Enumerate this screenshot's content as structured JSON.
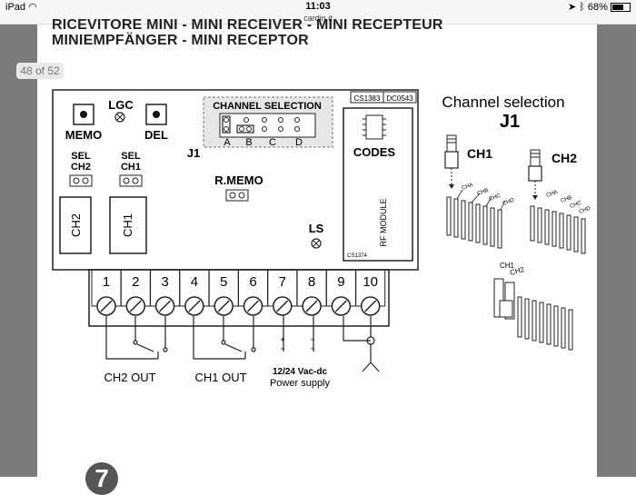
{
  "statusbar": {
    "device": "iPad",
    "time": "11:03",
    "battery": "68%"
  },
  "urlbar": {
    "domain": "cardin.it"
  },
  "viewer": {
    "page_counter": "48 of 52"
  },
  "header": {
    "line1": "RICEVITORE MINI - MINI RECEIVER - MINI RECEPTEUR",
    "line2": "MINIEMPFÄNGER - MINI RECEPTOR"
  },
  "board": {
    "code1": "CS1383",
    "code2": "DC0543",
    "memo": "MEMO",
    "lgc": "LGC",
    "del": "DEL",
    "channel_selection": "CHANNEL SELECTION",
    "channels": [
      "A",
      "B",
      "C",
      "D"
    ],
    "j1": "J1",
    "sel": "SEL",
    "ch2": "CH2",
    "ch1": "CH1",
    "rmemo": "R.MEMO",
    "codes": "CODES",
    "rf_module": "RF MODULE",
    "cs1374": "CS1374",
    "ls": "LS",
    "terminals": [
      "1",
      "2",
      "3",
      "4",
      "5",
      "6",
      "7",
      "8",
      "9",
      "10"
    ],
    "ch2_out": "CH2 OUT",
    "ch1_out": "CH1 OUT",
    "power_line1": "12/24 Vac-dc",
    "power_line2": "Power supply"
  },
  "right_panel": {
    "title": "Channel selection",
    "subtitle": "J1",
    "ch1": "CH1",
    "ch2": "CH2",
    "cha": "CHA",
    "chb": "CHB",
    "chc": "CHC",
    "chd": "CHD"
  },
  "figure_number": "7"
}
